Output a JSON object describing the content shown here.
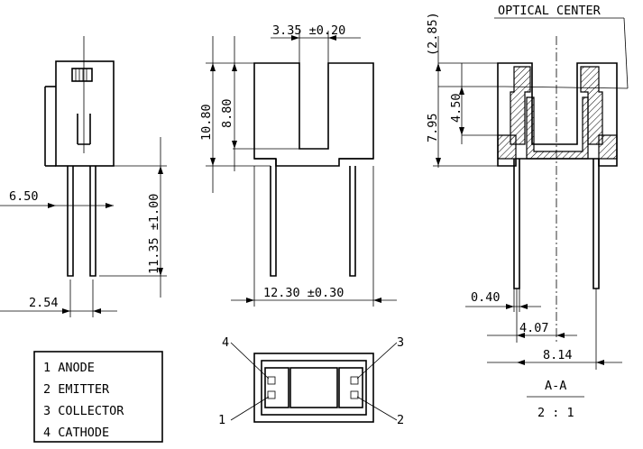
{
  "side_view": {
    "width": "6.50",
    "pitch": "2.54",
    "lead_length": "11.35  ±1.00"
  },
  "front_view": {
    "slot_width": "3.35  ±0.20",
    "total_height": "10.80",
    "slot_depth": "8.80",
    "body_length": "12.30  ±0.30"
  },
  "section_view": {
    "optical_center_ref": "(2.85)",
    "optical_center_label": "OPTICAL CENTER",
    "height_total": "7.95",
    "optical_height": "4.50",
    "lead_dim": "0.40",
    "center_dim": "4.07",
    "lead_spacing": "8.14",
    "section_label": "A-A",
    "scale": "2 : 1"
  },
  "bottom_view": {
    "pin_numbers": [
      "4",
      "3",
      "1",
      "2"
    ]
  },
  "legend": {
    "items": [
      "1  ANODE",
      "2  EMITTER",
      "3  COLLECTOR",
      "4  CATHODE"
    ]
  }
}
